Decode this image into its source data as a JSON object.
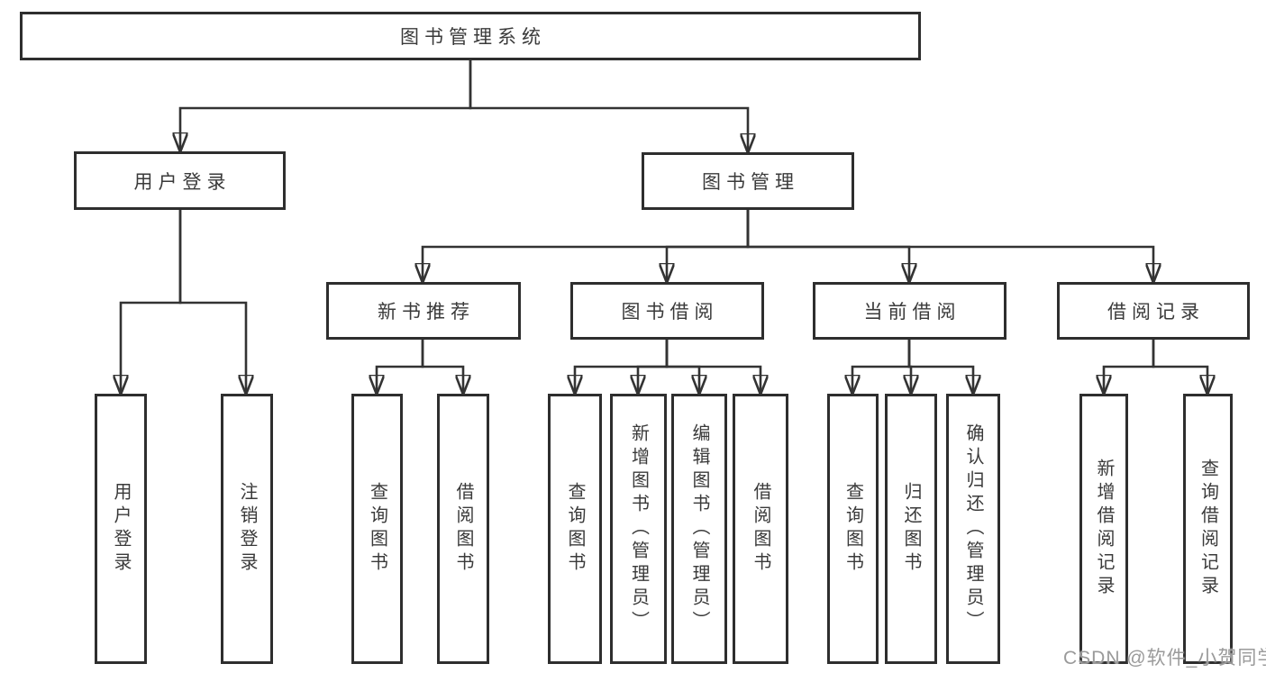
{
  "diagram": {
    "watermark": "CSDN @软件_小贺同学",
    "colors": {
      "line": "#333333",
      "border": "#2e2e2e",
      "fill": "#ffffff",
      "text": "#3a3a3a",
      "watermark": "#9a9a9a"
    },
    "tree": {
      "root": {
        "label": "图书管理系统",
        "children": [
          {
            "label": "用户登录",
            "children": [
              {
                "label": "用户登录"
              },
              {
                "label": "注销登录"
              }
            ]
          },
          {
            "label": "图书管理",
            "children": [
              {
                "label": "新书推荐",
                "children": [
                  {
                    "label": "查询图书"
                  },
                  {
                    "label": "借阅图书"
                  }
                ]
              },
              {
                "label": "图书借阅",
                "children": [
                  {
                    "label": "查询图书"
                  },
                  {
                    "label": "新增图书（管理员）"
                  },
                  {
                    "label": "编辑图书（管理员）"
                  },
                  {
                    "label": "借阅图书"
                  }
                ]
              },
              {
                "label": "当前借阅",
                "children": [
                  {
                    "label": "查询图书"
                  },
                  {
                    "label": "归还图书"
                  },
                  {
                    "label": "确认归还（管理员）"
                  }
                ]
              },
              {
                "label": "借阅记录",
                "children": [
                  {
                    "label": "新增借阅记录"
                  },
                  {
                    "label": "查询借阅记录"
                  }
                ]
              }
            ]
          }
        ]
      }
    }
  }
}
